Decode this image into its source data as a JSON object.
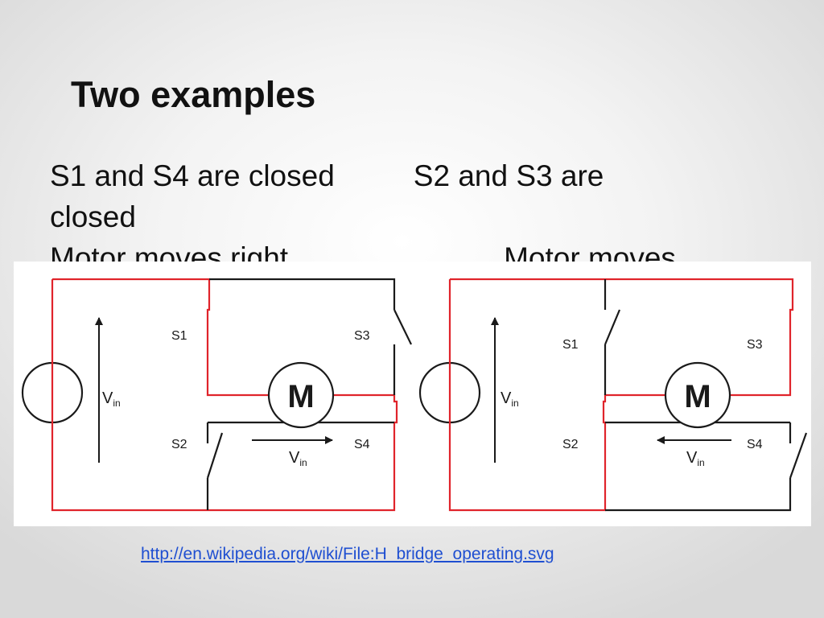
{
  "slide": {
    "title": "Two examples",
    "line1_left": "S1 and S4 are closed",
    "line1_right": "S2 and S3 are",
    "line1_wrap": "closed",
    "line2_left": "Motor moves right",
    "line2_right": "Motor moves",
    "link": "http://en.wikipedia.org/wiki/File:H_bridge_operating.svg"
  },
  "diagram": {
    "left": {
      "s1": "S1",
      "s2": "S2",
      "s3": "S3",
      "s4": "S4",
      "motor": "M",
      "vin_main": "V",
      "vin_main_sub": "in",
      "vin_motor": "V",
      "vin_motor_sub": "in",
      "current_direction": "right"
    },
    "right": {
      "s1": "S1",
      "s2": "S2",
      "s3": "S3",
      "s4": "S4",
      "motor": "M",
      "vin_main": "V",
      "vin_main_sub": "in",
      "vin_motor": "V",
      "vin_motor_sub": "in",
      "current_direction": "left"
    },
    "colors": {
      "active_path": "#e0242b",
      "inactive_path": "#1a1a1a",
      "link": "#1f4fd1"
    }
  }
}
